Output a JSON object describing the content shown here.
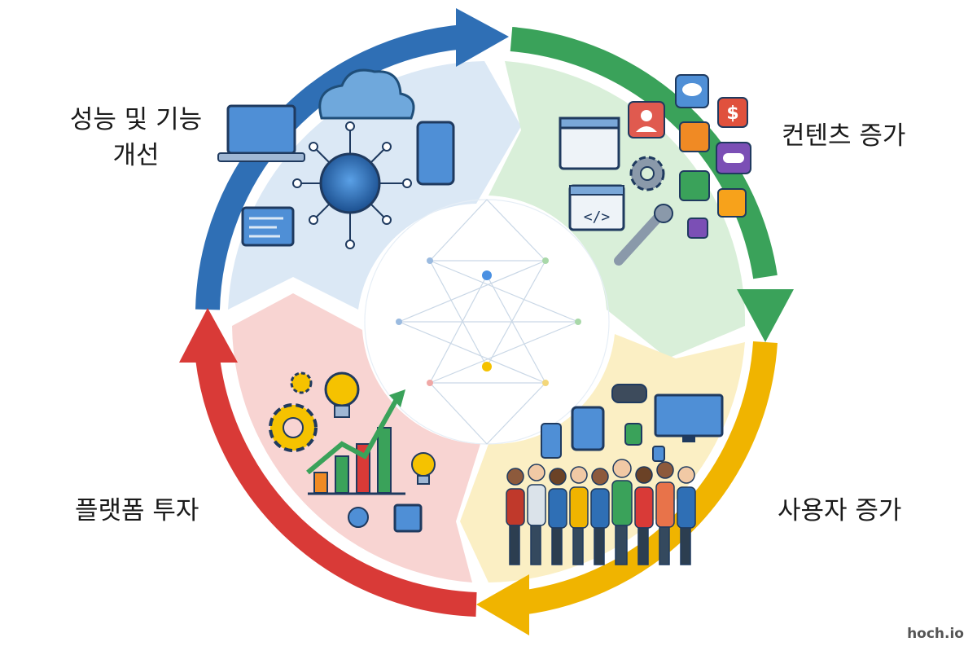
{
  "stages": {
    "performance": {
      "line1": "성능 및 기능",
      "line2": "개선"
    },
    "content": {
      "text": "컨텐츠 증가"
    },
    "users": {
      "text": "사용자 증가"
    },
    "platform": {
      "text": "플랫폼 투자"
    }
  },
  "watermark": "hoch.io",
  "colors": {
    "blue": "#2f6fb5",
    "green": "#3aa25a",
    "yellow": "#f0b400",
    "red": "#d93a37",
    "blue_fill": "#dbe8f5",
    "green_fill": "#d9efd9",
    "yellow_fill": "#fbefc4",
    "red_fill": "#f8d4d2"
  },
  "icons": [
    "cloud-icon",
    "laptop-icon",
    "smartphone-icon",
    "network-hub-icon",
    "browser-window-icon",
    "user-profile-icon",
    "chat-bubble-icon",
    "dollar-icon",
    "gamepad-icon",
    "gear-icon",
    "code-window-icon",
    "wrench-icon",
    "pen-icon",
    "vr-headset-icon",
    "monitor-icon",
    "tablet-icon",
    "smartwatch-icon",
    "people-group-icon",
    "lightbulb-icon",
    "growth-chart-icon",
    "chip-icon"
  ]
}
